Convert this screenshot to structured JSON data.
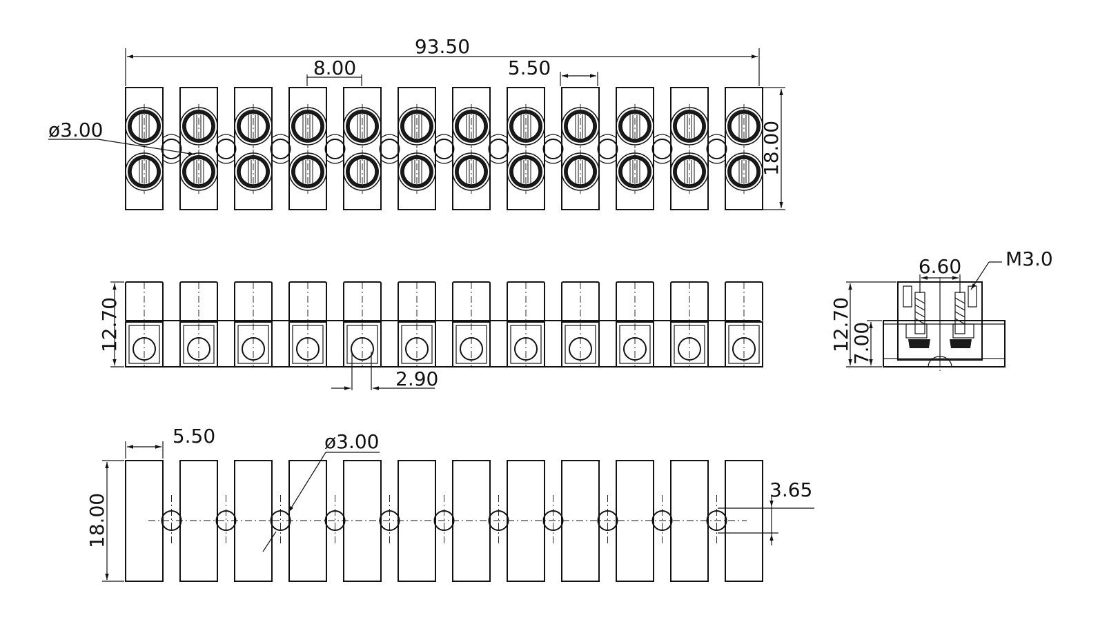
{
  "drawing": {
    "terminal_count": 12,
    "colors": {
      "line": "#111111",
      "background": "#ffffff",
      "screw_fill": "#1a1a1a"
    },
    "top_view": {
      "overall_length": "93.50",
      "pitch": "8.00",
      "gap": "5.50",
      "height": "18.00",
      "hole_diameter": "ø3.00"
    },
    "front_view": {
      "height": "12.70",
      "hole_width": "2.90"
    },
    "side_view": {
      "screw_spacing": "6.60",
      "screw_thread": "M3.0",
      "overall_height": "12.70",
      "body_height": "7.00"
    },
    "bottom_view": {
      "gap": "5.50",
      "hole_diameter": "ø3.00",
      "height": "18.00",
      "hole_offset": "3.65"
    }
  }
}
